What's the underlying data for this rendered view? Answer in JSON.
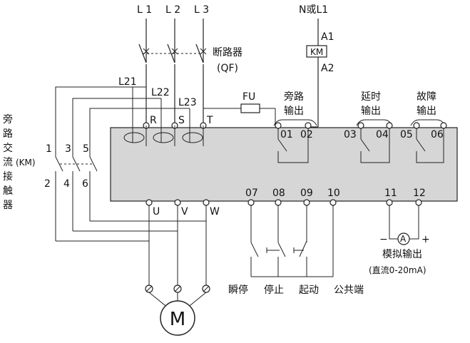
{
  "supply": {
    "l1": "L 1",
    "l2": "L 2",
    "l3": "L 3",
    "n": "N或L1"
  },
  "breaker": {
    "name": "断路器",
    "code": "(QF)"
  },
  "coil": {
    "a1": "A1",
    "km": "KM",
    "a2": "A2"
  },
  "inner_lines": {
    "l21": "L21",
    "l22": "L22",
    "l23": "L23"
  },
  "fuse": "FU",
  "input_terminals": {
    "r": "R",
    "s": "S",
    "t": "T"
  },
  "outputs": {
    "bypass_line1": "旁路",
    "bypass_line2": "输出",
    "delay_line1": "延时",
    "delay_line2": "输出",
    "fault_line1": "故障",
    "fault_line2": "输出"
  },
  "relay_terminals": [
    "01",
    "02",
    "03",
    "04",
    "05",
    "06"
  ],
  "contactor": {
    "v1": "旁",
    "v2": "路",
    "v3": "交",
    "v4": "流",
    "v5": "接",
    "v6": "触",
    "v7": "器",
    "km": "(KM)",
    "top": [
      "1",
      "3",
      "5"
    ],
    "bottom": [
      "2",
      "4",
      "6"
    ]
  },
  "output_terminals": {
    "u": "U",
    "v": "V",
    "w": "W"
  },
  "control_terminals": [
    "07",
    "08",
    "09",
    "10",
    "11",
    "12"
  ],
  "control_labels": {
    "jog_stop": "瞬停",
    "stop": "停止",
    "start": "起动",
    "common": "公共端"
  },
  "analog": {
    "minus": "−",
    "meter": "A",
    "plus": "+",
    "line1": "模拟输出",
    "line2": "(直流0-20mA)"
  },
  "motor": "M",
  "colors": {
    "panel": "#d6d6d6",
    "line": "#222222"
  }
}
